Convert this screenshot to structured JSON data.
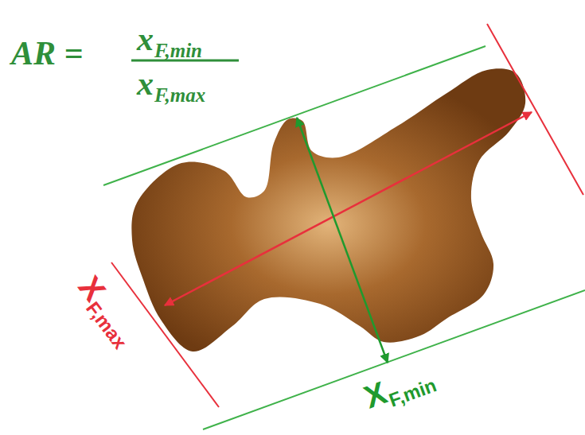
{
  "diagram": {
    "labels": [
      "AR =",
      "x",
      "F,min",
      "x",
      "F,max",
      "X",
      "F,max",
      "X",
      "F,min"
    ]
  }
}
